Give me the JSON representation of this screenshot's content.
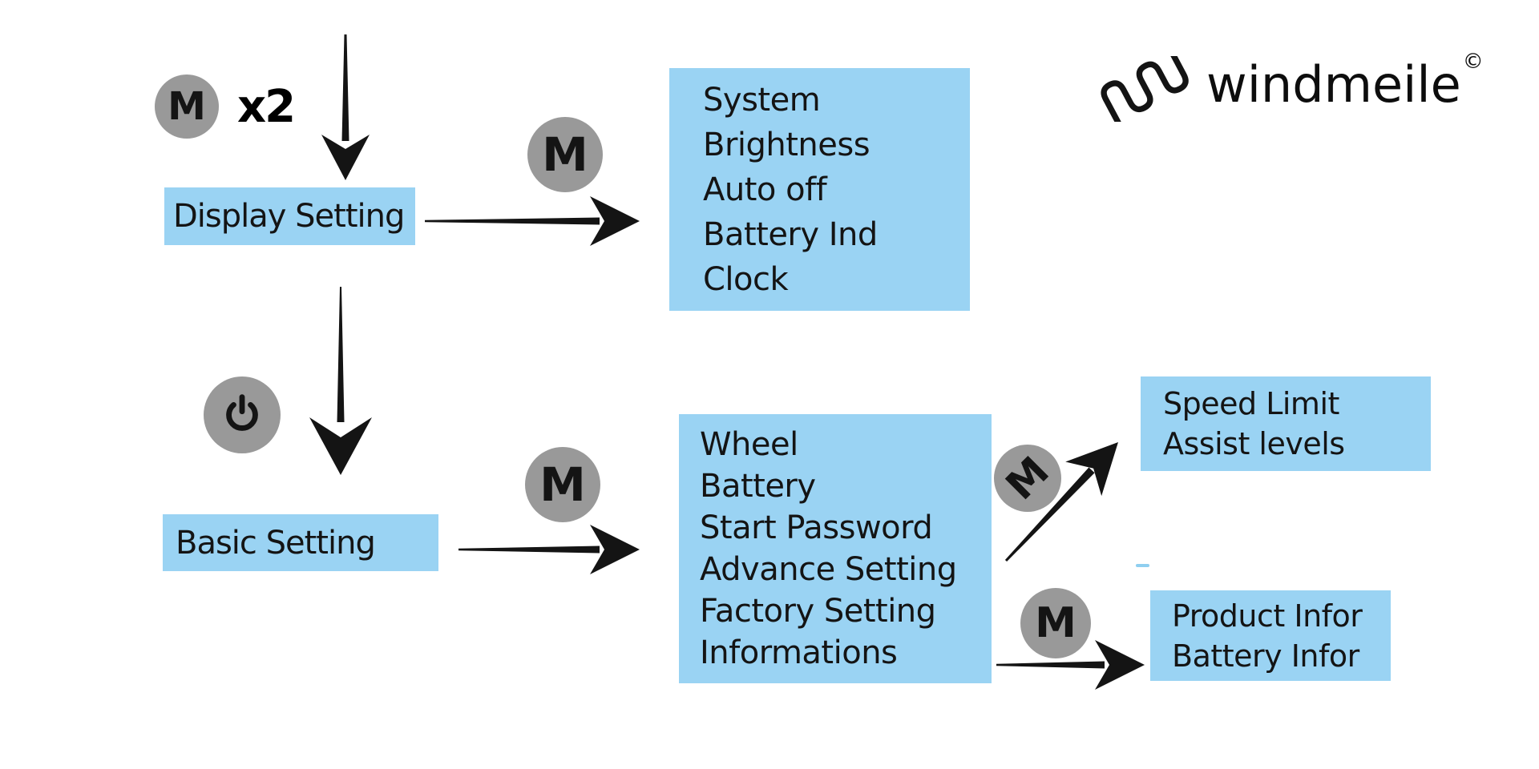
{
  "colors": {
    "box_blue": "#9AD3F3",
    "circle_gray": "#999999",
    "ink": "#141414",
    "dash_blue": "#8FCFF0"
  },
  "logo": {
    "brand": "windmeile",
    "copyright_mark": "©"
  },
  "buttons": {
    "m_label": "M",
    "x2_label": "x2"
  },
  "flow": {
    "display_setting": {
      "title": "Display Setting",
      "menu": [
        "System",
        "Brightness",
        "Auto off",
        "Battery Ind",
        "Clock"
      ]
    },
    "basic_setting": {
      "title": "Basic Setting",
      "menu": [
        "Wheel",
        "Battery",
        "Start Password",
        "Advance Setting",
        "Factory Setting",
        "Informations"
      ]
    },
    "advance_setting_submenu": [
      "Speed Limit",
      "Assist levels"
    ],
    "informations_submenu": [
      "Product Infor",
      "Battery Infor"
    ]
  }
}
